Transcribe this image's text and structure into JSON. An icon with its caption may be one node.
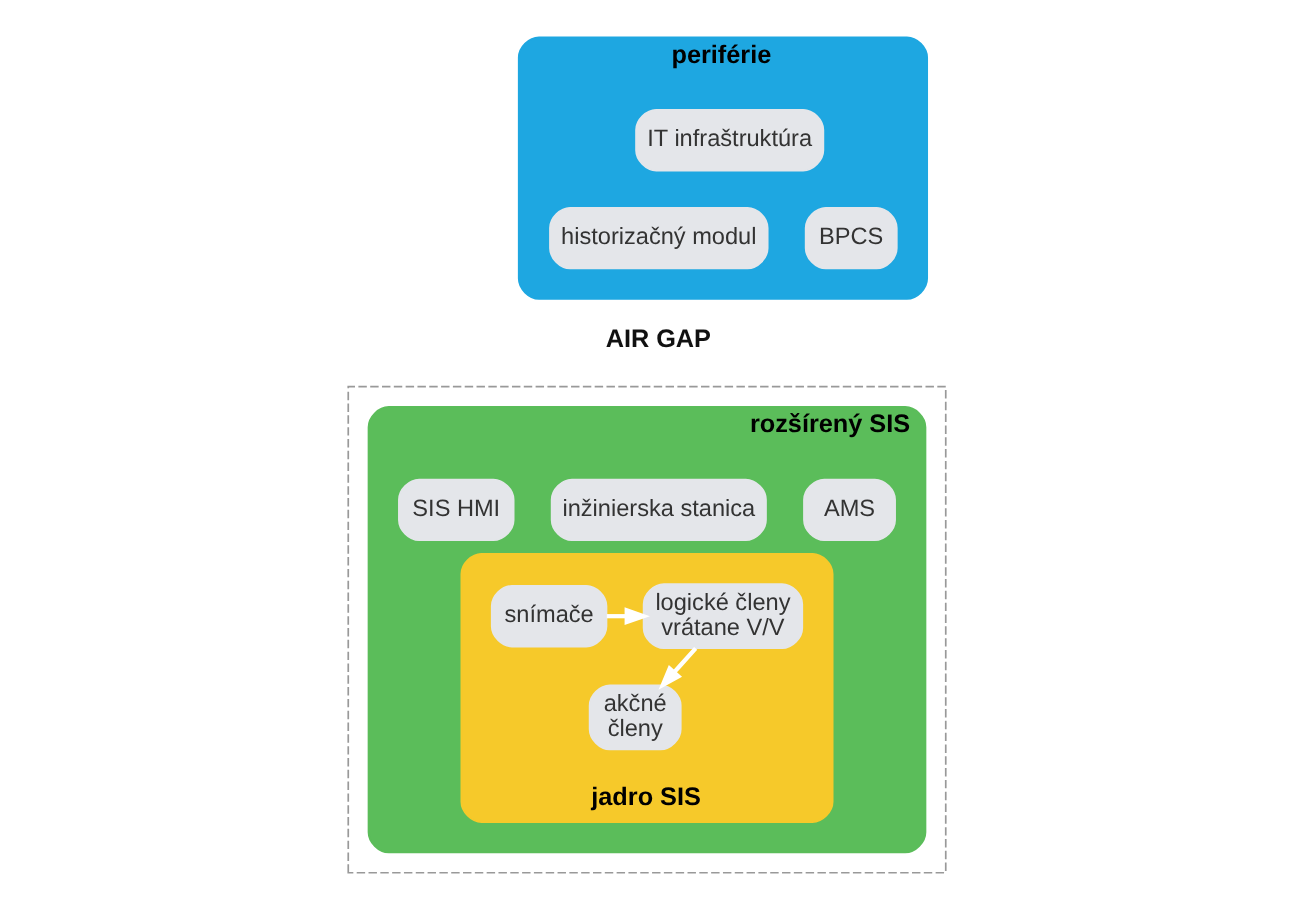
{
  "diagram": {
    "nodes": [
      {
        "text": [
          "periférie"
        ]
      },
      {
        "text": [
          "IT infraštruktúra"
        ],
        "in": 0
      },
      {
        "text": [
          "historizačný modul"
        ],
        "in": 0
      },
      {
        "text": [
          "BPCS"
        ],
        "in": 0
      },
      {
        "text": [],
        "shape": "box"
      },
      {
        "text": [
          "rozšírený SIS"
        ],
        "in": 4
      },
      {
        "text": [
          "AMS"
        ],
        "in": 5
      },
      {
        "text": [
          "inžinierska stanica"
        ],
        "in": 5
      },
      {
        "text": [
          "SIS HMI"
        ],
        "in": 5
      },
      {
        "text": [
          "jadro SIS"
        ],
        "in": 5
      },
      {
        "text": [
          "snímače"
        ],
        "in": 9
      },
      {
        "text": [
          "akčné členy"
        ],
        "in": 9
      },
      {
        "text": [
          "logické členy vrátane V/V"
        ],
        "in": 9
      }
    ],
    "edges": [
      {
        "from": 10,
        "to": 12,
        "arrow": "to"
      },
      {
        "from": 12,
        "to": 11,
        "arrow": "to"
      }
    ],
    "labels": [
      "AIR GAP"
    ]
  }
}
